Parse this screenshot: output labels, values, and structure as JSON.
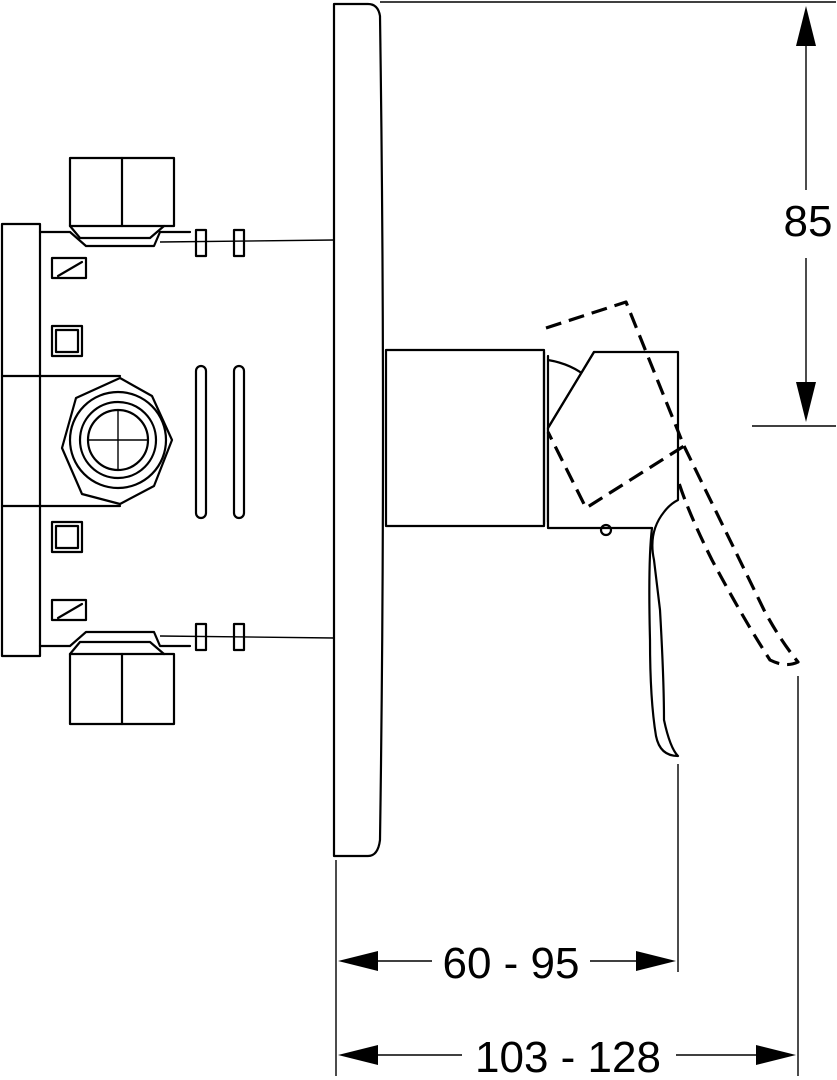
{
  "dimensions": {
    "height": "85",
    "depth_handle": "60 - 95",
    "depth_total": "103 - 128"
  }
}
